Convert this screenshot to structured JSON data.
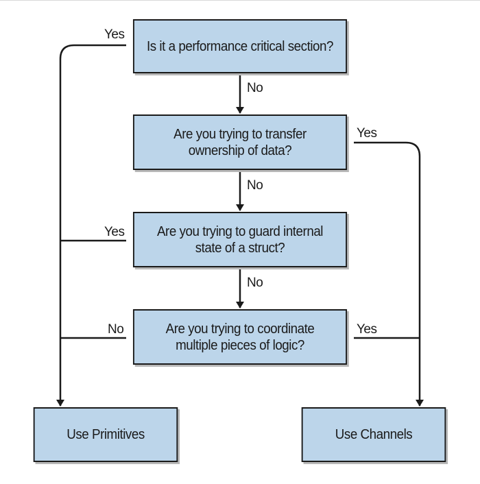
{
  "nodes": {
    "q1": {
      "line1": "Is it a performance critical section?",
      "line2": ""
    },
    "q2": {
      "line1": "Are you trying to transfer",
      "line2": "ownership of data?"
    },
    "q3": {
      "line1": "Are you trying to guard internal",
      "line2": "state of a struct?"
    },
    "q4": {
      "line1": "Are you trying to coordinate",
      "line2": "multiple pieces of logic?"
    },
    "primitives": {
      "label": "Use Primitives"
    },
    "channels": {
      "label": "Use Channels"
    }
  },
  "edges": {
    "q1_yes": "Yes",
    "q1_no": "No",
    "q2_yes": "Yes",
    "q2_no": "No",
    "q3_yes": "Yes",
    "q3_no": "No",
    "q4_no": "No",
    "q4_yes": "Yes"
  },
  "colors": {
    "box_fill": "#bcd5ea",
    "line": "#1a1a1a",
    "shadow": "#b8b8b8"
  }
}
